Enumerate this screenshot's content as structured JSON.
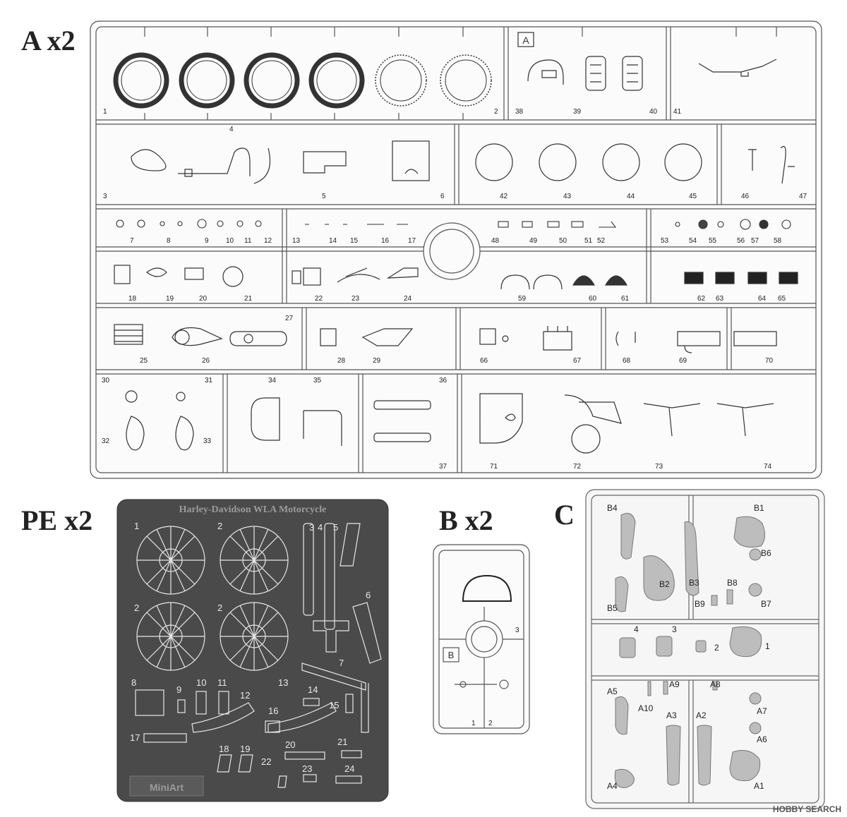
{
  "labels": {
    "sprue_a": "A x2",
    "sprue_pe": "PE x2",
    "sprue_b": "B x2",
    "sprue_c": "C"
  },
  "sprue_a": {
    "tag": "A",
    "parts": [
      "1",
      "2",
      "3",
      "4",
      "5",
      "6",
      "7",
      "8",
      "9",
      "10",
      "11",
      "12",
      "13",
      "14",
      "15",
      "16",
      "17",
      "18",
      "19",
      "20",
      "21",
      "22",
      "23",
      "24",
      "25",
      "26",
      "27",
      "28",
      "29",
      "30",
      "31",
      "32",
      "33",
      "34",
      "35",
      "36",
      "37",
      "38",
      "39",
      "40",
      "41",
      "42",
      "43",
      "44",
      "45",
      "46",
      "47",
      "48",
      "49",
      "50",
      "51",
      "52",
      "53",
      "54",
      "55",
      "56",
      "57",
      "58",
      "59",
      "60",
      "61",
      "62",
      "63",
      "64",
      "65",
      "66",
      "67",
      "68",
      "69",
      "70",
      "71",
      "72",
      "73",
      "74"
    ]
  },
  "sprue_pe": {
    "title": "Harley-Davidson WLA Motorcycle",
    "brand": "MiniArt",
    "parts": [
      "1",
      "2",
      "2",
      "2",
      "3",
      "4",
      "5",
      "6",
      "7",
      "8",
      "9",
      "10",
      "11",
      "12",
      "13",
      "14",
      "15",
      "16",
      "17",
      "18",
      "19",
      "20",
      "21",
      "22",
      "23",
      "24"
    ]
  },
  "sprue_b": {
    "tag": "B",
    "parts": [
      "1",
      "2",
      "3"
    ]
  },
  "sprue_c": {
    "parts": [
      "B4",
      "B1",
      "B6",
      "B2",
      "B3",
      "B8",
      "B9",
      "B7",
      "B5",
      "4",
      "3",
      "2",
      "1",
      "A5",
      "A9",
      "A8",
      "A10",
      "A7",
      "A3",
      "A2",
      "A6",
      "A4",
      "A1"
    ]
  },
  "watermark": "HOBBY SEARCH"
}
